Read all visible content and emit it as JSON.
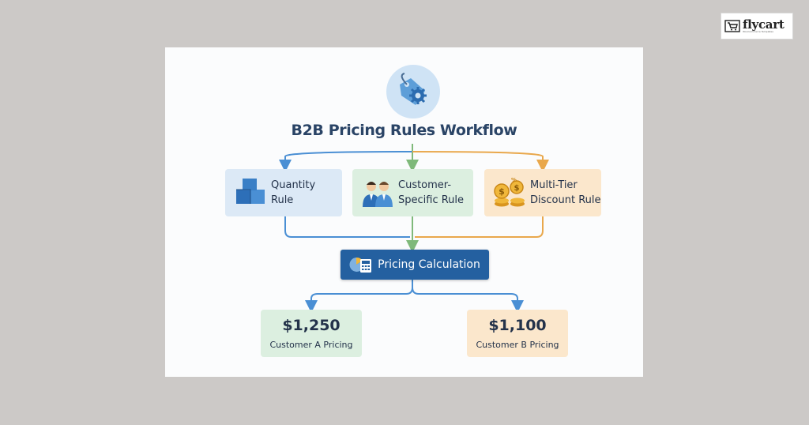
{
  "brand": {
    "name": "flycart",
    "tagline": "WooCommerce Templates",
    "cart_icon": "shopping-cart-icon"
  },
  "diagram": {
    "title": "B2B Pricing Rules Workflow",
    "header_icon": "price-tag-gear-icon",
    "rules": [
      {
        "line1": "Quantity",
        "line2": "Rule",
        "icon": "boxes-icon",
        "color": "#dce9f6"
      },
      {
        "line1": "Customer-",
        "line2": "Specific Rule",
        "icon": "customers-icon",
        "color": "#dcefe0"
      },
      {
        "line1": "Multi-Tier",
        "line2": "Discount Rule",
        "icon": "coins-icon",
        "color": "#fbe7cc"
      }
    ],
    "calculation": {
      "label": "Pricing Calculation",
      "icon": "calculator-chart-icon",
      "color": "#2460a0"
    },
    "outputs": [
      {
        "price": "$1,250",
        "label": "Customer A Pricing",
        "color": "#dcefe0"
      },
      {
        "price": "$1,100",
        "label": "Customer B Pricing",
        "color": "#fbe7cc"
      }
    ],
    "connector_colors": {
      "blue": "#4a8fd4",
      "green": "#7fb97a",
      "orange": "#e9a84c"
    }
  }
}
